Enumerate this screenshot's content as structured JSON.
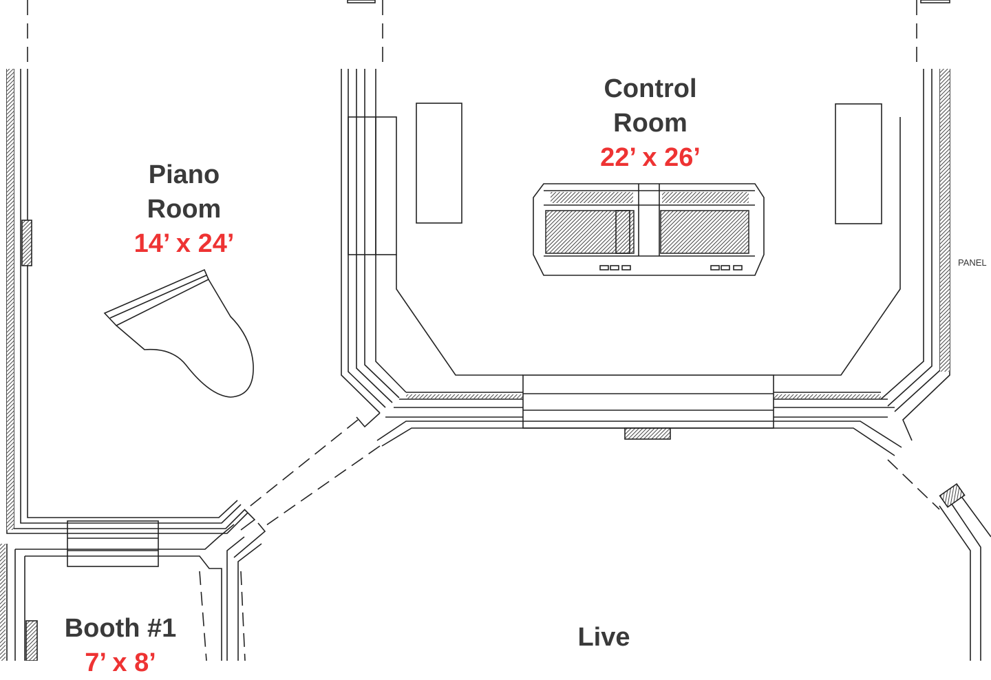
{
  "rooms": {
    "control": {
      "name_line1": "Control",
      "name_line2": "Room",
      "dimensions": "22’ x 26’"
    },
    "piano": {
      "name_line1": "Piano",
      "name_line2": "Room",
      "dimensions": "14’ x 24’"
    },
    "booth1": {
      "name": "Booth #1",
      "dimensions": "7’ x 8’"
    },
    "live": {
      "name": "Live"
    }
  },
  "annotations": {
    "panel": "PANEL"
  },
  "colors": {
    "line": "#222222",
    "hatch": "#555555",
    "name_text": "#3a3a3a",
    "dimension_text": "#ee3333"
  }
}
